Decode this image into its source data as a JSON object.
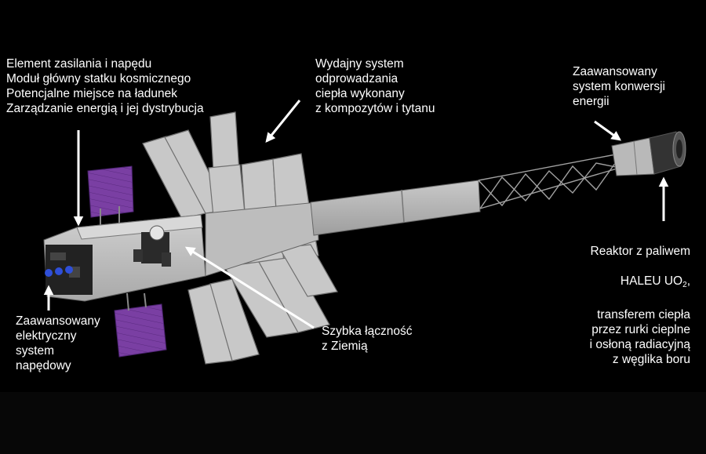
{
  "labels": {
    "power_module": "Element zasilania i napędu\nModuł główny statku kosmicznego\nPotencjalne miejsce na ładunek\nZarządzanie energią i jej dystrybucja",
    "heat_rejection": "Wydajny system\nodprowadzania\nciepła wykonany\nz kompozytów i tytanu",
    "power_conversion": "Zaawansowany\nsystem konwersji\nenergii",
    "reactor_line1": "Reaktor z paliwem",
    "reactor_line2_prefix": "HALEU UO",
    "reactor_line2_sub": "2",
    "reactor_line2_suffix": ",",
    "reactor_rest": "transferem ciepła\nprzez rurki cieplne\ni osłoną radiacyjną\nz węglika boru",
    "electric_propulsion": "Zaawansowany\nelektryczny\nsystem\nnapędowy",
    "communication": "Szybka łączność\nz Ziemią"
  },
  "colors": {
    "background": "#000000",
    "spacecraft_body": "#c2c2c2",
    "radiator_panel": "#c8c8c8",
    "solar_array": "#7a3fa3",
    "truss": "#9a9a9a",
    "arrow": "#ffffff",
    "text": "#ffffff"
  }
}
